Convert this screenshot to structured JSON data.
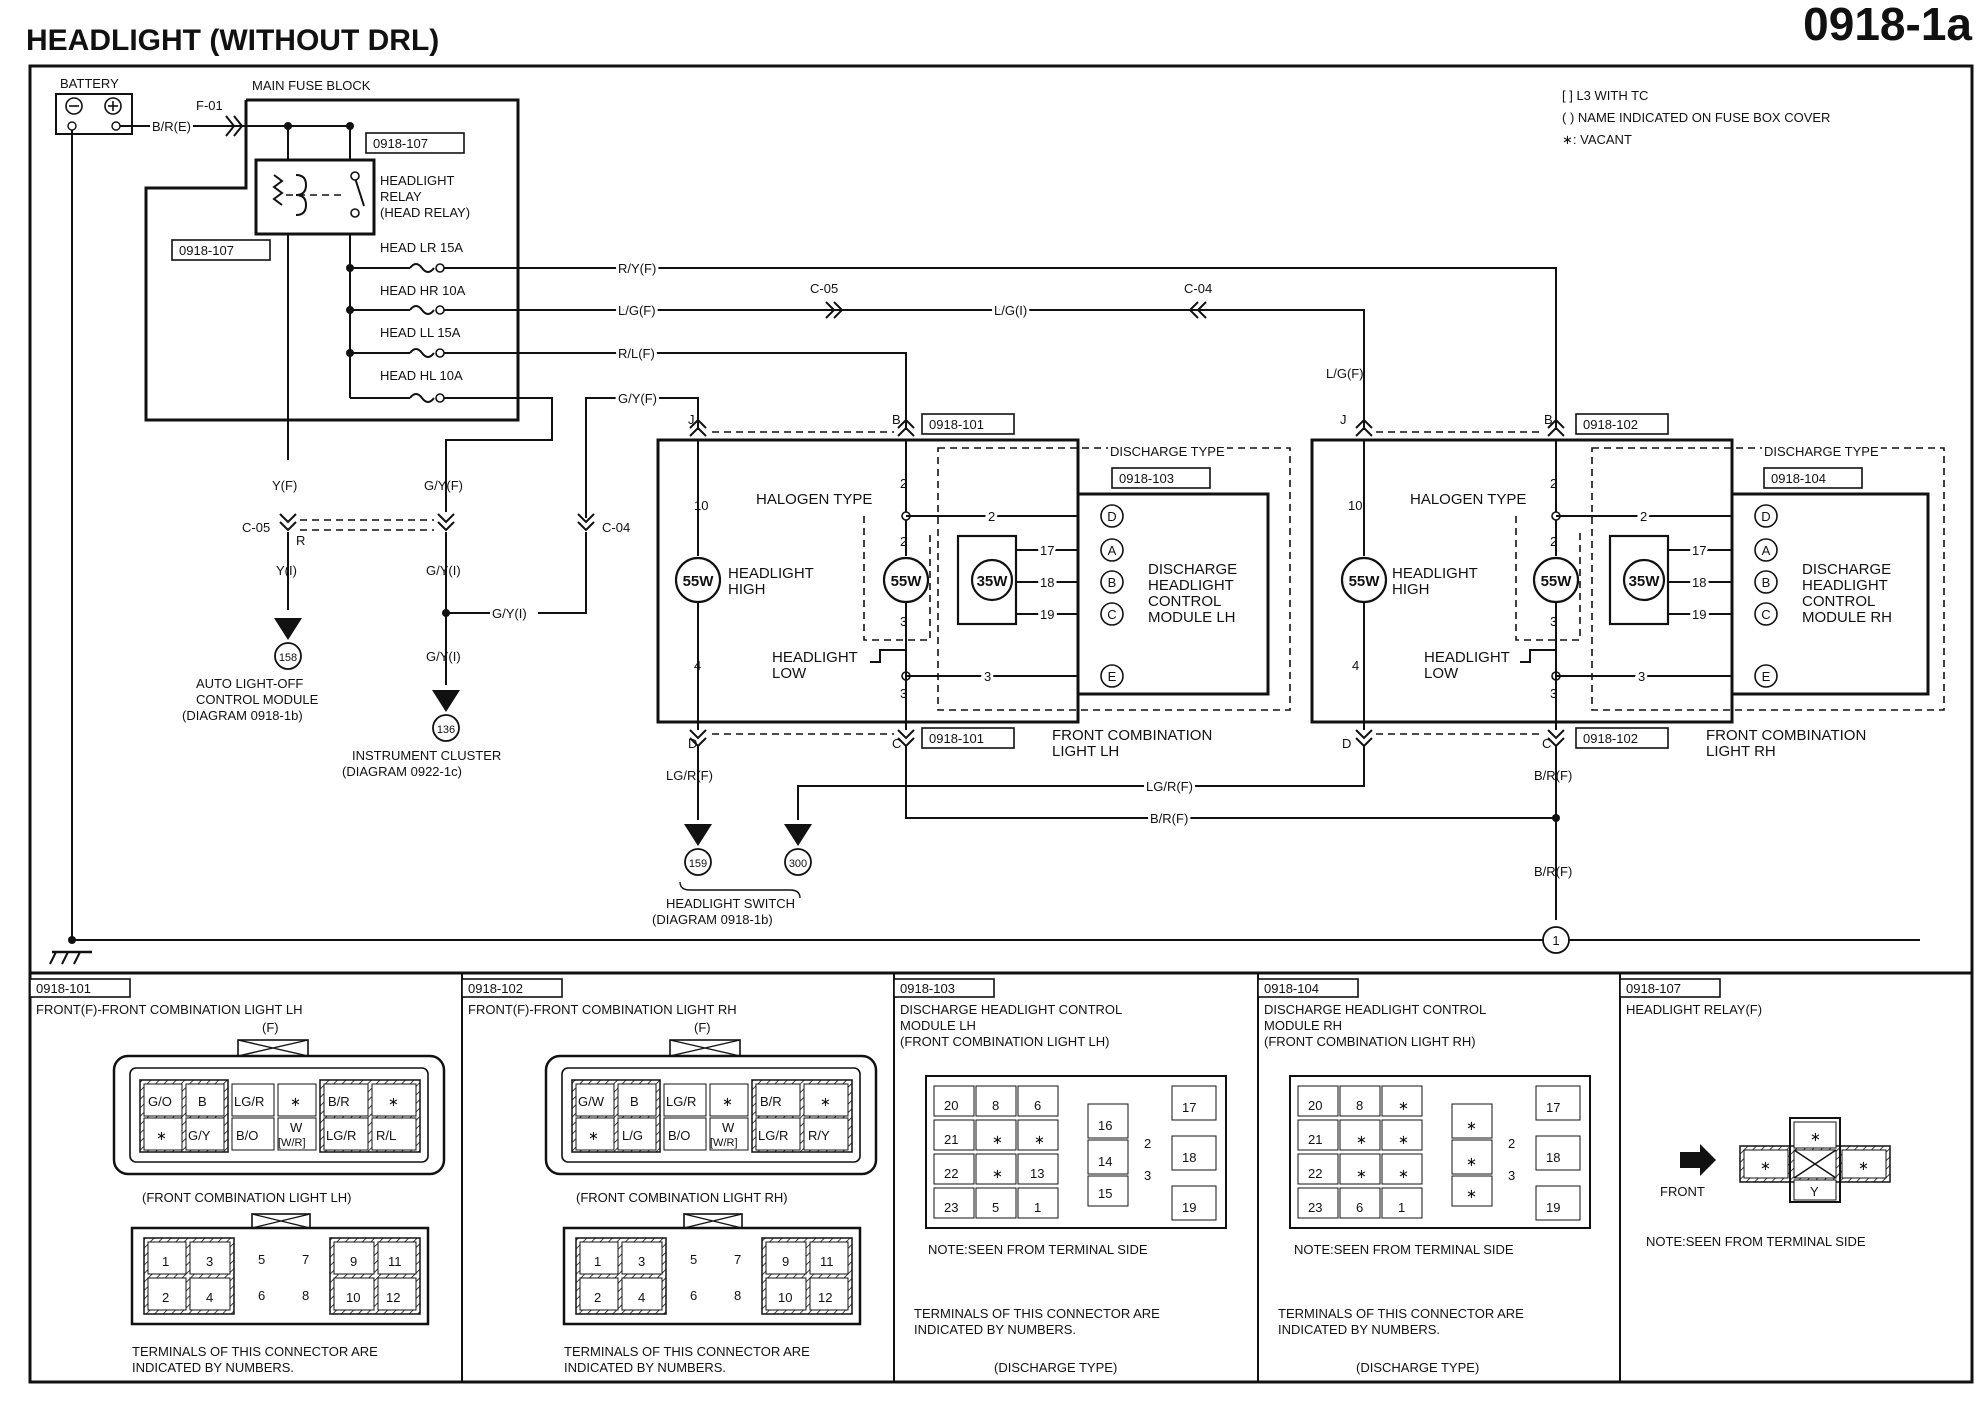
{
  "header": {
    "title": "HEADLIGHT (WITHOUT DRL)",
    "diagram_code": "0918-1a"
  },
  "legend": {
    "line1": "[ ] L3 WITH TC",
    "line2": "( ) NAME INDICATED ON FUSE BOX COVER",
    "line3": "∗: VACANT"
  },
  "battery": {
    "label": "BATTERY",
    "fuse": "F-01",
    "wire": "B/R(E)"
  },
  "fuse_block": {
    "label": "MAIN FUSE BLOCK",
    "relay_label_1": "HEADLIGHT",
    "relay_label_2": "RELAY",
    "relay_label_3": "(HEAD RELAY)",
    "connector_top": "0918-107",
    "connector_left": "0918-107",
    "fuses": [
      "HEAD LR 15A",
      "HEAD HR 10A",
      "HEAD LL 15A",
      "HEAD HL 10A"
    ]
  },
  "wires": {
    "ry_f": "R/Y(F)",
    "lg_f": "L/G(F)",
    "lg_i": "L/G(I)",
    "rl_f": "R/L(F)",
    "gy_f": "G/Y(F)",
    "y_f": "Y(F)",
    "y_i": "Y(I)",
    "gy_f2": "G/Y(F)",
    "gy_i": "G/Y(I)",
    "gy_i2": "G/Y(I)",
    "gy_i3": "G/Y(I)",
    "lg_f_rh": "L/G(F)",
    "lgr_f": "LG/R(F)",
    "lgr_f2": "LG/R(F)",
    "br_f": "B/R(F)",
    "br_f2": "B/R(F)",
    "br_f3": "B/R(F)",
    "c05": "C-05",
    "c04": "C-04",
    "c05b": "C-05",
    "c04b": "C-04",
    "r": "R"
  },
  "lh": {
    "conn_top": "0918-101",
    "conn_bottom": "0918-101",
    "conn_module": "0918-103",
    "discharge_type": "DISCHARGE TYPE",
    "halogen_type": "HALOGEN TYPE",
    "high_label_1": "HEADLIGHT",
    "high_label_2": "HIGH",
    "low_label_1": "HEADLIGHT",
    "low_label_2": "LOW",
    "bulb_high": "55W",
    "bulb_low": "55W",
    "bulb_discharge": "35W",
    "module_1": "DISCHARGE",
    "module_2": "HEADLIGHT",
    "module_3": "CONTROL",
    "module_4": "MODULE LH",
    "name_1": "FRONT COMBINATION",
    "name_2": "LIGHT LH"
  },
  "rh": {
    "conn_top": "0918-102",
    "conn_bottom": "0918-102",
    "conn_module": "0918-104",
    "discharge_type": "DISCHARGE TYPE",
    "halogen_type": "HALOGEN TYPE",
    "high_label_1": "HEADLIGHT",
    "high_label_2": "HIGH",
    "low_label_1": "HEADLIGHT",
    "low_label_2": "LOW",
    "bulb_high": "55W",
    "bulb_low": "55W",
    "bulb_discharge": "35W",
    "module_1": "DISCHARGE",
    "module_2": "HEADLIGHT",
    "module_3": "CONTROL",
    "module_4": "MODULE RH",
    "name_1": "FRONT COMBINATION",
    "name_2": "LIGHT RH"
  },
  "references": {
    "auto_num": "158",
    "auto_1": "AUTO LIGHT-OFF",
    "auto_2": "CONTROL MODULE",
    "auto_3": "(DIAGRAM 0918-1b)",
    "cluster_num": "136",
    "cluster_1": "INSTRUMENT CLUSTER",
    "cluster_2": "(DIAGRAM 0922-1c)",
    "switch_num_1": "159",
    "switch_num_2": "300",
    "switch_1": "HEADLIGHT SWITCH",
    "switch_2": "(DIAGRAM 0918-1b)",
    "ground_num": "1"
  },
  "panels": {
    "p101": {
      "code": "0918-101",
      "title": "FRONT(F)-FRONT COMBINATION LIGHT LH",
      "sub": "(F)",
      "caption": "(FRONT COMBINATION LIGHT LH)",
      "note_1": "TERMINALS OF THIS CONNECTOR ARE",
      "note_2": "INDICATED BY NUMBERS.",
      "cells": [
        "G/O",
        "B",
        "LG/R",
        "∗",
        "B/R",
        "∗",
        "∗",
        "G/Y",
        "B/O",
        "W",
        "[W/R]",
        "LG/R",
        "R/L"
      ],
      "pins": [
        "1",
        "3",
        "5",
        "7",
        "9",
        "11",
        "2",
        "4",
        "6",
        "8",
        "10",
        "12"
      ]
    },
    "p102": {
      "code": "0918-102",
      "title": "FRONT(F)-FRONT COMBINATION LIGHT RH",
      "sub": "(F)",
      "caption": "(FRONT COMBINATION LIGHT RH)",
      "note_1": "TERMINALS OF THIS CONNECTOR ARE",
      "note_2": "INDICATED BY NUMBERS.",
      "cells": [
        "G/W",
        "B",
        "LG/R",
        "∗",
        "B/R",
        "∗",
        "∗",
        "L/G",
        "B/O",
        "W",
        "[W/R]",
        "LG/R",
        "R/Y"
      ],
      "pins": [
        "1",
        "3",
        "5",
        "7",
        "9",
        "11",
        "2",
        "4",
        "6",
        "8",
        "10",
        "12"
      ]
    },
    "p103": {
      "code": "0918-103",
      "title_1": "DISCHARGE HEADLIGHT CONTROL",
      "title_2": "MODULE LH",
      "title_3": "(FRONT COMBINATION LIGHT LH)",
      "left_cells": [
        "20",
        "8",
        "6",
        "21",
        "∗",
        "∗",
        "22",
        "∗",
        "13",
        "23",
        "5",
        "1"
      ],
      "mid_cells": [
        "16",
        "14",
        "15",
        "2",
        "3"
      ],
      "right_cells": [
        "17",
        "18",
        "19"
      ],
      "note": "NOTE:SEEN FROM TERMINAL SIDE",
      "note_1": "TERMINALS OF THIS CONNECTOR ARE",
      "note_2": "INDICATED BY NUMBERS.",
      "type": "(DISCHARGE TYPE)"
    },
    "p104": {
      "code": "0918-104",
      "title_1": "DISCHARGE HEADLIGHT CONTROL",
      "title_2": "MODULE RH",
      "title_3": "(FRONT COMBINATION LIGHT RH)",
      "left_cells": [
        "20",
        "8",
        "∗",
        "21",
        "∗",
        "∗",
        "22",
        "∗",
        "∗",
        "23",
        "6",
        "1"
      ],
      "mid_cells": [
        "∗",
        "∗",
        "∗",
        "2",
        "3"
      ],
      "right_cells": [
        "17",
        "18",
        "19"
      ],
      "note": "NOTE:SEEN FROM TERMINAL SIDE",
      "note_1": "TERMINALS OF THIS CONNECTOR ARE",
      "note_2": "INDICATED BY NUMBERS.",
      "type": "(DISCHARGE TYPE)"
    },
    "p107": {
      "code": "0918-107",
      "title": "HEADLIGHT RELAY(F)",
      "front": "FRONT",
      "cells": [
        "∗",
        "∗",
        "∗",
        "Y"
      ],
      "note": "NOTE:SEEN FROM TERMINAL SIDE"
    }
  },
  "colors": {
    "ink": "#111111",
    "paper": "#ffffff"
  }
}
